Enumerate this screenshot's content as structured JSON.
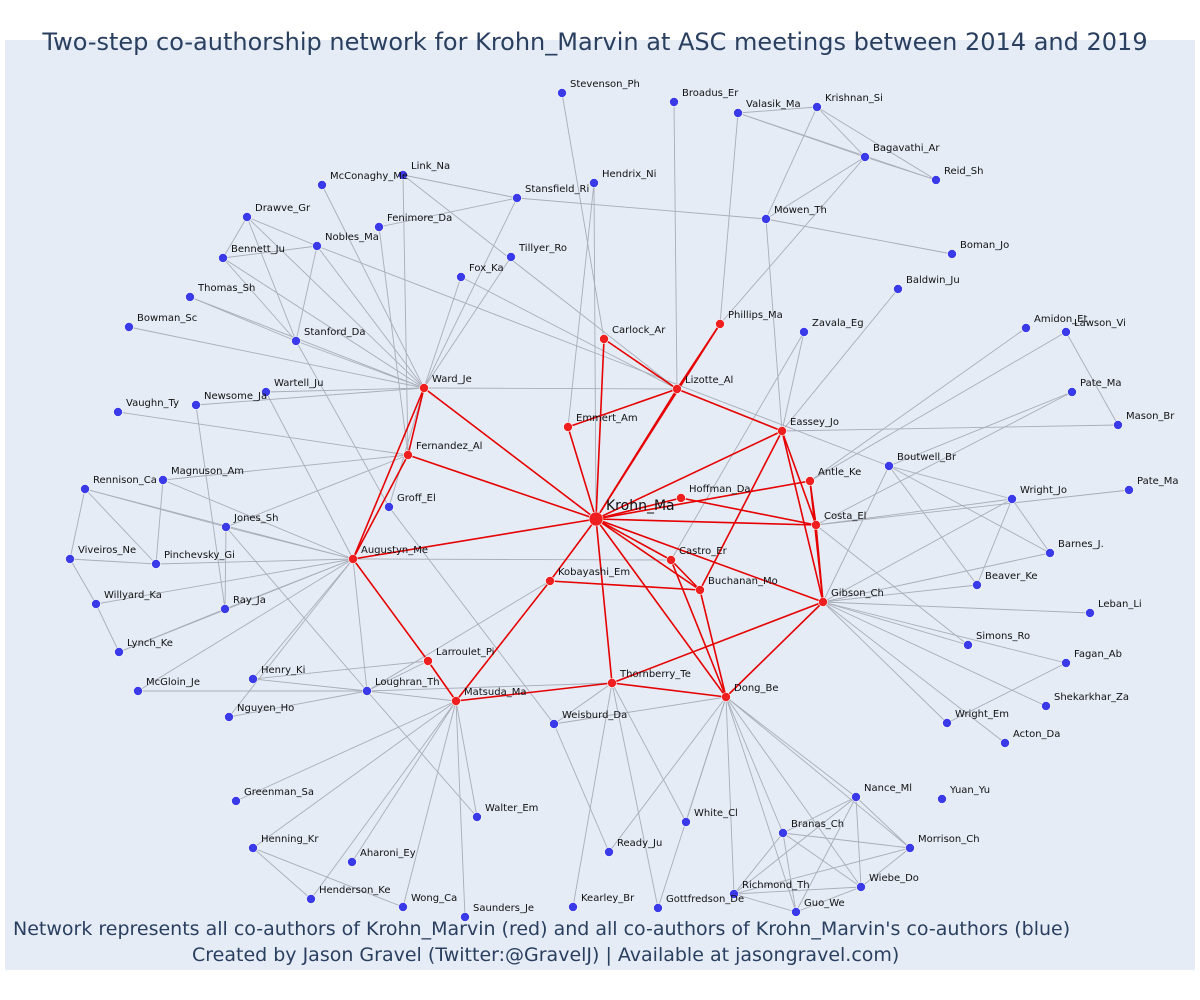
{
  "title": "Two-step co-authorship network for Krohn_Marvin at ASC meetings between 2014 and 2019",
  "caption_line1": "Network represents all co-authors of Krohn_Marvin (red) and all co-authors of Krohn_Marvin's co-authors (blue)",
  "caption_line2": "Created by Jason Gravel (Twitter:@GravelJ) | Available at jasongravel.com)",
  "colors": {
    "background": "#e5ecf6",
    "red_node": "#ef1f1f",
    "blue_node": "#3a3ae8",
    "red_edge": "#e60000",
    "grey_edge": "#a9adb8"
  },
  "focal": "Krohn_Ma",
  "red_nodes": [
    "Krohn_Ma",
    "Ward_Je",
    "Fernandez_Al",
    "Augustyn_Me",
    "Carlock_Ar",
    "Lizotte_Al",
    "Phillips_Ma",
    "Emmert_Am",
    "Eassey_Jo",
    "Antle_Ke",
    "Costa_El",
    "Hoffman_Da",
    "Castro_Er",
    "Kobayashi_Em",
    "Buchanan_Mo",
    "Gibson_Ch",
    "Thornberry_Te",
    "Matsuda_Ma",
    "Dong_Be",
    "Larroulet_Pi"
  ],
  "blue_nodes": [
    "Stevenson_Ph",
    "Broadus_Er",
    "Valasik_Ma",
    "Krishnan_Si",
    "Bagavathi_Ar",
    "Reid_Sh",
    "Hendrix_Ni",
    "Link_Na",
    "McConaghy_Me",
    "Stansfield_Ri",
    "Mowen_Th",
    "Drawve_Gr",
    "Fenimore_Da",
    "Nobles_Ma",
    "Bennett_Ju",
    "Tillyer_Ro",
    "Fox_Ka",
    "Boman_Jo",
    "Baldwin_Ju",
    "Thomas_Sh",
    "Bowman_Sc",
    "Stanford_Da",
    "Zavala_Eg",
    "Amidon_Et",
    "Lawson_Vi",
    "Wartell_Ju",
    "Newsome_Ja",
    "Vaughn_Ty",
    "Pate_Ma",
    "Mason_Br",
    "Boutwell_Br",
    "Magnuson_Am",
    "Rennison_Ca",
    "Groff_El",
    "Jones_Sh",
    "Wright_Jo",
    "Viveiros_Ne",
    "Pinchevsky_Gi",
    "Barnes_J.",
    "Willyard_Ka",
    "Ray_Ja",
    "Beaver_Ke",
    "Leban_Li",
    "Lynch_Ke",
    "Simons_Ro",
    "Henry_Ki",
    "Fagan_Ab",
    "McGloin_Je",
    "Loughran_Th",
    "Nguyen_Ho",
    "Shekarkhar_Za",
    "Wright_Em",
    "Weisburd_Da",
    "Acton_Da",
    "Greenman_Sa",
    "Walter_Em",
    "Nance_Ml",
    "Yuan_Yu",
    "White_Cl",
    "Branas_Ch",
    "Morrison_Ch",
    "Henning_Kr",
    "Ready_Ju",
    "Aharoni_Ey",
    "Wiebe_Do",
    "Richmond_Th",
    "Henderson_Ke",
    "Wong_Ca",
    "Saunders_Je",
    "Kearley_Br",
    "Gottfredson_De",
    "Guo_We"
  ],
  "red_edges": [
    [
      "Krohn_Ma",
      "Ward_Je"
    ],
    [
      "Krohn_Ma",
      "Fernandez_Al"
    ],
    [
      "Krohn_Ma",
      "Augustyn_Me"
    ],
    [
      "Krohn_Ma",
      "Carlock_Ar"
    ],
    [
      "Krohn_Ma",
      "Lizotte_Al"
    ],
    [
      "Krohn_Ma",
      "Phillips_Ma"
    ],
    [
      "Krohn_Ma",
      "Emmert_Am"
    ],
    [
      "Krohn_Ma",
      "Eassey_Jo"
    ],
    [
      "Krohn_Ma",
      "Antle_Ke"
    ],
    [
      "Krohn_Ma",
      "Costa_El"
    ],
    [
      "Krohn_Ma",
      "Hoffman_Da"
    ],
    [
      "Krohn_Ma",
      "Castro_Er"
    ],
    [
      "Krohn_Ma",
      "Kobayashi_Em"
    ],
    [
      "Krohn_Ma",
      "Buchanan_Mo"
    ],
    [
      "Krohn_Ma",
      "Gibson_Ch"
    ],
    [
      "Krohn_Ma",
      "Thornberry_Te"
    ],
    [
      "Krohn_Ma",
      "Dong_Be"
    ],
    [
      "Ward_Je",
      "Fernandez_Al"
    ],
    [
      "Ward_Je",
      "Augustyn_Me"
    ],
    [
      "Fernandez_Al",
      "Augustyn_Me"
    ],
    [
      "Augustyn_Me",
      "Larroulet_Pi"
    ],
    [
      "Larroulet_Pi",
      "Matsuda_Ma"
    ],
    [
      "Kobayashi_Em",
      "Matsuda_Ma"
    ],
    [
      "Matsuda_Ma",
      "Thornberry_Te"
    ],
    [
      "Thornberry_Te",
      "Gibson_Ch"
    ],
    [
      "Thornberry_Te",
      "Dong_Be"
    ],
    [
      "Dong_Be",
      "Gibson_Ch"
    ],
    [
      "Dong_Be",
      "Buchanan_Mo"
    ],
    [
      "Dong_Be",
      "Castro_Er"
    ],
    [
      "Kobayashi_Em",
      "Buchanan_Mo"
    ],
    [
      "Castro_Er",
      "Buchanan_Mo"
    ],
    [
      "Gibson_Ch",
      "Costa_El"
    ],
    [
      "Gibson_Ch",
      "Antle_Ke"
    ],
    [
      "Gibson_Ch",
      "Eassey_Jo"
    ],
    [
      "Hoffman_Da",
      "Costa_El"
    ],
    [
      "Antle_Ke",
      "Costa_El"
    ],
    [
      "Eassey_Jo",
      "Costa_El"
    ],
    [
      "Eassey_Jo",
      "Lizotte_Al"
    ],
    [
      "Eassey_Jo",
      "Buchanan_Mo"
    ],
    [
      "Carlock_Ar",
      "Lizotte_Al"
    ],
    [
      "Lizotte_Al",
      "Emmert_Am"
    ],
    [
      "Lizotte_Al",
      "Phillips_Ma"
    ]
  ],
  "grey_edges": [
    [
      "Stevenson_Ph",
      "Carlock_Ar"
    ],
    [
      "Broadus_Er",
      "Lizotte_Al"
    ],
    [
      "Valasik_Ma",
      "Phillips_Ma"
    ],
    [
      "Valasik_Ma",
      "Krishnan_Si"
    ],
    [
      "Valasik_Ma",
      "Bagavathi_Ar"
    ],
    [
      "Valasik_Ma",
      "Reid_Sh"
    ],
    [
      "Krishnan_Si",
      "Bagavathi_Ar"
    ],
    [
      "Krishnan_Si",
      "Reid_Sh"
    ],
    [
      "Krishnan_Si",
      "Mowen_Th"
    ],
    [
      "Bagavathi_Ar",
      "Reid_Sh"
    ],
    [
      "Bagavathi_Ar",
      "Mowen_Th"
    ],
    [
      "Bagavathi_Ar",
      "Phillips_Ma"
    ],
    [
      "Mowen_Th",
      "Boman_Jo"
    ],
    [
      "Mowen_Th",
      "Eassey_Jo"
    ],
    [
      "Hendrix_Ni",
      "Emmert_Am"
    ],
    [
      "Hendrix_Ni",
      "Krohn_Ma"
    ],
    [
      "Stansfield_Ri",
      "Link_Na"
    ],
    [
      "Stansfield_Ri",
      "Mowen_Th"
    ],
    [
      "Stansfield_Ri",
      "Fenimore_Da"
    ],
    [
      "Stansfield_Ri",
      "Ward_Je"
    ],
    [
      "Link_Na",
      "Lizotte_Al"
    ],
    [
      "Link_Na",
      "Fernandez_Al"
    ],
    [
      "McConaghy_Me",
      "Ward_Je"
    ],
    [
      "Fenimore_Da",
      "Fernandez_Al"
    ],
    [
      "Drawve_Gr",
      "Ward_Je"
    ],
    [
      "Drawve_Gr",
      "Stanford_Da"
    ],
    [
      "Drawve_Gr",
      "Bennett_Ju"
    ],
    [
      "Drawve_Gr",
      "Nobles_Ma"
    ],
    [
      "Nobles_Ma",
      "Ward_Je"
    ],
    [
      "Nobles_Ma",
      "Stanford_Da"
    ],
    [
      "Nobles_Ma",
      "Bennett_Ju"
    ],
    [
      "Bennett_Ju",
      "Ward_Je"
    ],
    [
      "Bennett_Ju",
      "Stanford_Da"
    ],
    [
      "Thomas_Sh",
      "Ward_Je"
    ],
    [
      "Thomas_Sh",
      "Stanford_Da"
    ],
    [
      "Stanford_Da",
      "Ward_Je"
    ],
    [
      "Stanford_Da",
      "Groff_El"
    ],
    [
      "Bowman_Sc",
      "Ward_Je"
    ],
    [
      "Fox_Ka",
      "Ward_Je"
    ],
    [
      "Fox_Ka",
      "Lizotte_Al"
    ],
    [
      "Tillyer_Ro",
      "Ward_Je"
    ],
    [
      "Ward_Je",
      "Lizotte_Al"
    ],
    [
      "Ward_Je",
      "Groff_El"
    ],
    [
      "Baldwin_Ju",
      "Eassey_Jo"
    ],
    [
      "Zavala_Eg",
      "Eassey_Jo"
    ],
    [
      "Zavala_Eg",
      "Castro_Er"
    ],
    [
      "Amidon_Et",
      "Antle_Ke"
    ],
    [
      "Lawson_Vi",
      "Mason_Br"
    ],
    [
      "Lawson_Vi",
      "Antle_Ke"
    ],
    [
      "Pate_Ma",
      "Costa_El"
    ],
    [
      "Mason_Br",
      "Eassey_Jo"
    ],
    [
      "Boutwell_Br",
      "Gibson_Ch"
    ],
    [
      "Boutwell_Br",
      "Nobles_Ma"
    ],
    [
      "Boutwell_Br",
      "Wright_Jo"
    ],
    [
      "Boutwell_Br",
      "Barnes_J."
    ],
    [
      "Boutwell_Br",
      "Beaver_Ke"
    ],
    [
      "Wright_Jo",
      "Costa_El"
    ],
    [
      "Wright_Jo",
      "Gibson_Ch"
    ],
    [
      "Wright_Jo",
      "Beaver_Ke"
    ],
    [
      "Wright_Jo",
      "Barnes_J."
    ],
    [
      "Barnes_J.",
      "Gibson_Ch"
    ],
    [
      "Beaver_Ke",
      "Gibson_Ch"
    ],
    [
      "Leban_Li",
      "Gibson_Ch"
    ],
    [
      "Simons_Ro",
      "Gibson_Ch"
    ],
    [
      "Simons_Ro",
      "Costa_El"
    ],
    [
      "Fagan_Ab",
      "Gibson_Ch"
    ],
    [
      "Fagan_Ab",
      "Wright_Em"
    ],
    [
      "Shekarkhar_Za",
      "Gibson_Ch"
    ],
    [
      "Wright_Em",
      "Gibson_Ch"
    ],
    [
      "Acton_Da",
      "Gibson_Ch"
    ],
    [
      "Pate_Ma",
      "Boutwell_Br"
    ],
    [
      "Wartell_Ju",
      "Ward_Je"
    ],
    [
      "Wartell_Ju",
      "Augustyn_Me"
    ],
    [
      "Newsome_Ja",
      "Ward_Je"
    ],
    [
      "Newsome_Ja",
      "Ray_Ja"
    ],
    [
      "Vaughn_Ty",
      "Fernandez_Al"
    ],
    [
      "Magnuson_Am",
      "Augustyn_Me"
    ],
    [
      "Magnuson_Am",
      "Fernandez_Al"
    ],
    [
      "Magnuson_Am",
      "Pinchevsky_Gi"
    ],
    [
      "Rennison_Ca",
      "Augustyn_Me"
    ],
    [
      "Rennison_Ca",
      "Viveiros_Ne"
    ],
    [
      "Rennison_Ca",
      "Pinchevsky_Gi"
    ],
    [
      "Rennison_Ca",
      "Jones_Sh"
    ],
    [
      "Jones_Sh",
      "Augustyn_Me"
    ],
    [
      "Jones_Sh",
      "Ray_Ja"
    ],
    [
      "Jones_Sh",
      "Fernandez_Al"
    ],
    [
      "Jones_Sh",
      "Loughran_Th"
    ],
    [
      "Viveiros_Ne",
      "Pinchevsky_Gi"
    ],
    [
      "Viveiros_Ne",
      "Willyard_Ka"
    ],
    [
      "Pinchevsky_Gi",
      "Augustyn_Me"
    ],
    [
      "Willyard_Ka",
      "Lynch_Ke"
    ],
    [
      "Willyard_Ka",
      "Augustyn_Me"
    ],
    [
      "Ray_Ja",
      "Augustyn_Me"
    ],
    [
      "Ray_Ja",
      "Lynch_Ke"
    ],
    [
      "Lynch_Ke",
      "Augustyn_Me"
    ],
    [
      "Henry_Ki",
      "Augustyn_Me"
    ],
    [
      "Henry_Ki",
      "Larroulet_Pi"
    ],
    [
      "Henry_Ki",
      "Loughran_Th"
    ],
    [
      "McGloin_Je",
      "Augustyn_Me"
    ],
    [
      "McGloin_Je",
      "Loughran_Th"
    ],
    [
      "Nguyen_Ho",
      "Loughran_Th"
    ],
    [
      "Nguyen_Ho",
      "Augustyn_Me"
    ],
    [
      "Loughran_Th",
      "Augustyn_Me"
    ],
    [
      "Loughran_Th",
      "Thornberry_Te"
    ],
    [
      "Loughran_Th",
      "Larroulet_Pi"
    ],
    [
      "Loughran_Th",
      "Walter_Em"
    ],
    [
      "Groff_El",
      "Weisburd_Da"
    ],
    [
      "Weisburd_Da",
      "Thornberry_Te"
    ],
    [
      "Weisburd_Da",
      "Dong_Be"
    ],
    [
      "Weisburd_Da",
      "Ready_Ju"
    ],
    [
      "Greenman_Sa",
      "Matsuda_Ma"
    ],
    [
      "Henning_Kr",
      "Matsuda_Ma"
    ],
    [
      "Henning_Kr",
      "Henderson_Ke"
    ],
    [
      "Henning_Kr",
      "Wong_Ca"
    ],
    [
      "Aharoni_Ey",
      "Matsuda_Ma"
    ],
    [
      "Henderson_Ke",
      "Matsuda_Ma"
    ],
    [
      "Wong_Ca",
      "Matsuda_Ma"
    ],
    [
      "Saunders_Je",
      "Matsuda_Ma"
    ],
    [
      "Walter_Em",
      "Matsuda_Ma"
    ],
    [
      "Loughran_Th",
      "Matsuda_Ma"
    ],
    [
      "Kearley_Br",
      "Thornberry_Te"
    ],
    [
      "Gottfredson_De",
      "Thornberry_Te"
    ],
    [
      "White_Cl",
      "Thornberry_Te"
    ],
    [
      "White_Cl",
      "Dong_Be"
    ],
    [
      "Ready_Ju",
      "Dong_Be"
    ],
    [
      "Nance_Ml",
      "Dong_Be"
    ],
    [
      "Nance_Ml",
      "Branas_Ch"
    ],
    [
      "Nance_Ml",
      "Morrison_Ch"
    ],
    [
      "Nance_Ml",
      "Richmond_Th"
    ],
    [
      "Nance_Ml",
      "Guo_We"
    ],
    [
      "Nance_Ml",
      "Wiebe_Do"
    ],
    [
      "Branas_Ch",
      "Dong_Be"
    ],
    [
      "Branas_Ch",
      "Morrison_Ch"
    ],
    [
      "Branas_Ch",
      "Wiebe_Do"
    ],
    [
      "Branas_Ch",
      "Guo_We"
    ],
    [
      "Morrison_Ch",
      "Dong_Be"
    ],
    [
      "Morrison_Ch",
      "Richmond_Th"
    ],
    [
      "Morrison_Ch",
      "Wiebe_Do"
    ],
    [
      "Wiebe_Do",
      "Dong_Be"
    ],
    [
      "Wiebe_Do",
      "Guo_We"
    ],
    [
      "Wiebe_Do",
      "Richmond_Th"
    ],
    [
      "Richmond_Th",
      "Dong_Be"
    ],
    [
      "Richmond_Th",
      "Guo_We"
    ],
    [
      "Guo_We",
      "Dong_Be"
    ],
    [
      "Gottfredson_De",
      "Dong_Be"
    ],
    [
      "Branas_Ch",
      "Richmond_Th"
    ],
    [
      "Matsuda_Ma",
      "Thornberry_Te"
    ],
    [
      "Kobayashi_Em",
      "Loughran_Th"
    ],
    [
      "Castro_Er",
      "Augustyn_Me"
    ]
  ]
}
